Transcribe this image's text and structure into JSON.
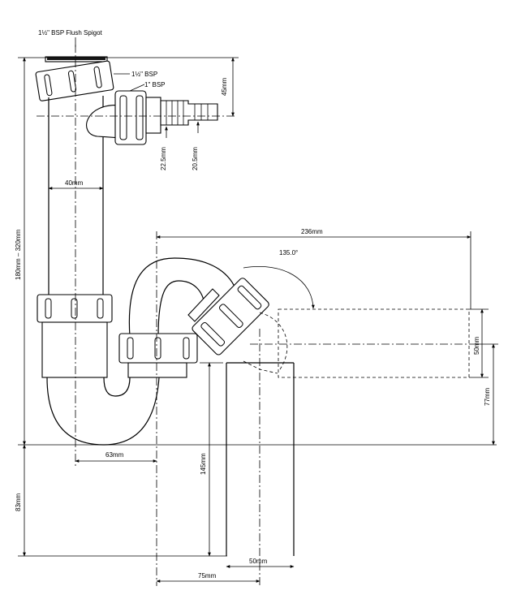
{
  "labels": {
    "spigot": "1½\" BSP Flush Spigot",
    "bsp_1_5": "1½\" BSP",
    "bsp_1": "1\" BSP",
    "dim_45": "45mm",
    "dim_22_5": "22.5mm",
    "dim_20_5": "20.5mm",
    "dim_40": "40mm",
    "dim_236": "236mm",
    "angle_135": "135.0°",
    "dim_180_320": "180mm – 320mm",
    "dim_50_right": "50mm",
    "dim_77": "77mm",
    "dim_63": "63mm",
    "dim_145": "145mm",
    "dim_83": "83mm",
    "dim_50_bottom": "50mm",
    "dim_75": "75mm"
  },
  "colors": {
    "line": "#000000",
    "background": "#ffffff"
  }
}
